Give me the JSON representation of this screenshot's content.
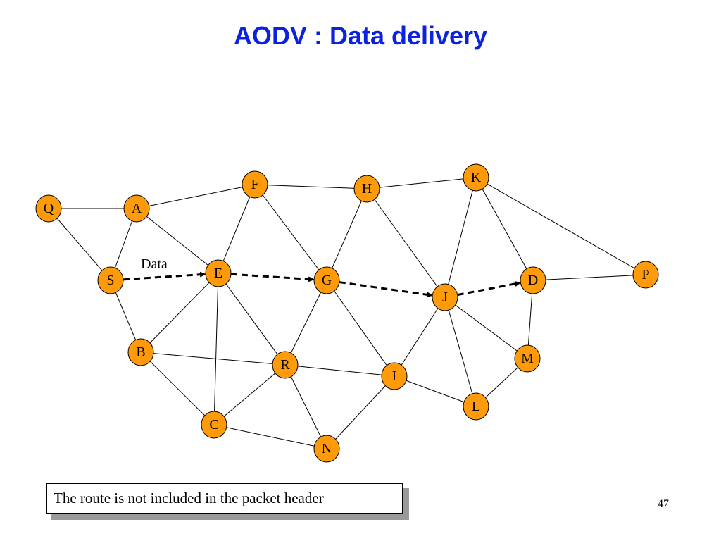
{
  "title": "AODV : Data delivery",
  "route_label": "Data",
  "note": "The route is not included in the packet header",
  "page_number": "47",
  "colors": {
    "title": "#0b22e0",
    "node_fill": "#ff9a0a"
  },
  "nodes": [
    "Q",
    "A",
    "S",
    "F",
    "E",
    "H",
    "G",
    "K",
    "J",
    "D",
    "P",
    "B",
    "R",
    "I",
    "M",
    "L",
    "C",
    "N"
  ],
  "edges": [
    [
      "Q",
      "A"
    ],
    [
      "Q",
      "S"
    ],
    [
      "A",
      "S"
    ],
    [
      "A",
      "F"
    ],
    [
      "A",
      "E"
    ],
    [
      "S",
      "B"
    ],
    [
      "F",
      "E"
    ],
    [
      "F",
      "H"
    ],
    [
      "F",
      "G"
    ],
    [
      "E",
      "B"
    ],
    [
      "E",
      "C"
    ],
    [
      "E",
      "R"
    ],
    [
      "H",
      "K"
    ],
    [
      "H",
      "G"
    ],
    [
      "H",
      "J"
    ],
    [
      "G",
      "R"
    ],
    [
      "G",
      "I"
    ],
    [
      "K",
      "J"
    ],
    [
      "K",
      "D"
    ],
    [
      "K",
      "P"
    ],
    [
      "D",
      "P"
    ],
    [
      "D",
      "M"
    ],
    [
      "J",
      "I"
    ],
    [
      "J",
      "M"
    ],
    [
      "J",
      "L"
    ],
    [
      "B",
      "R"
    ],
    [
      "B",
      "C"
    ],
    [
      "R",
      "I"
    ],
    [
      "R",
      "C"
    ],
    [
      "R",
      "N"
    ],
    [
      "I",
      "N"
    ],
    [
      "I",
      "L"
    ],
    [
      "L",
      "M"
    ],
    [
      "C",
      "N"
    ]
  ],
  "route": [
    [
      "S",
      "E"
    ],
    [
      "E",
      "G"
    ],
    [
      "G",
      "J"
    ],
    [
      "J",
      "D"
    ]
  ]
}
